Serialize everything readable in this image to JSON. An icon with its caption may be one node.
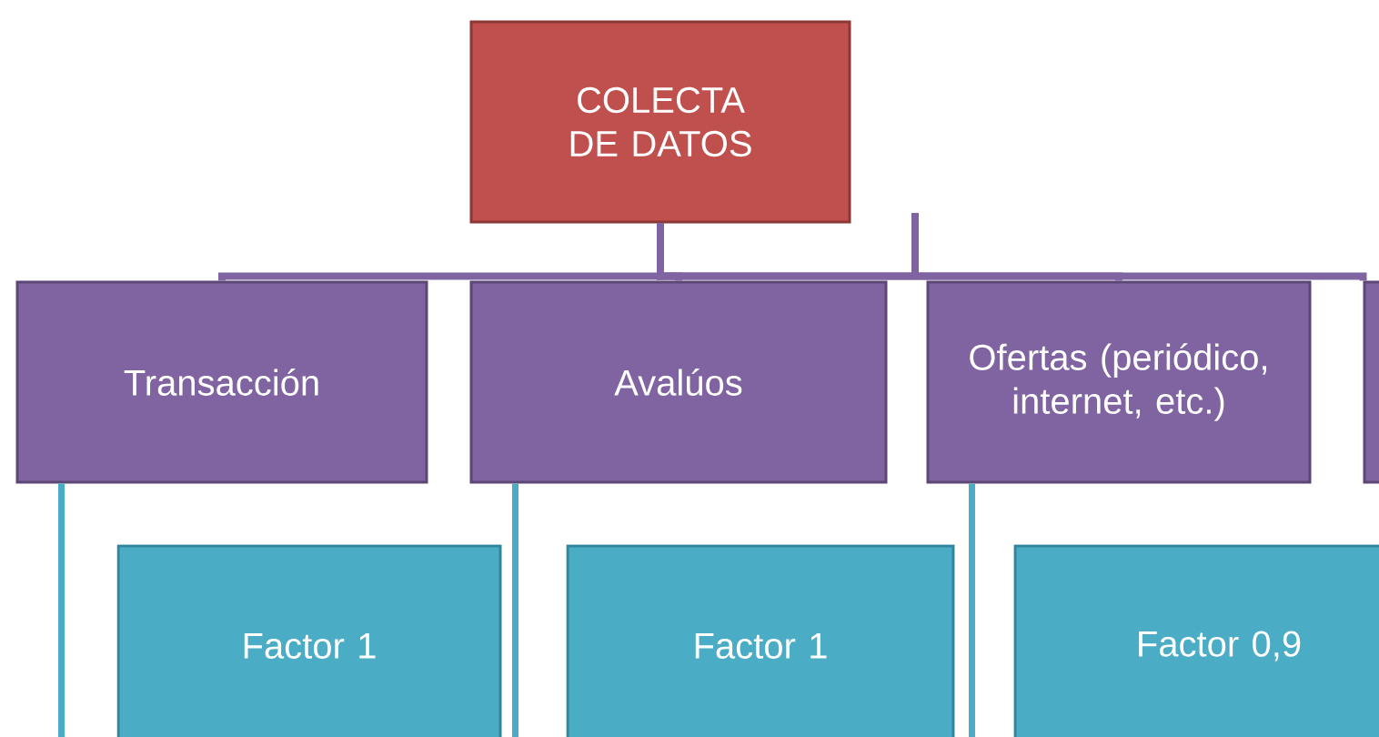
{
  "diagram": {
    "nodes": [
      {
        "text": [
          "COLECTA DE DATOS"
        ]
      },
      {
        "text": [
          "Transacción"
        ]
      },
      {
        "text": [
          "Avalúos"
        ]
      },
      {
        "text": [
          "Ofertas (periódico, internet, etc.)"
        ]
      },
      {
        "text": [
          "Factor 1"
        ]
      },
      {
        "text": [
          "Factor 1"
        ]
      },
      {
        "text": [
          "Factor 0,9"
        ]
      },
      {
        "text": [],
        "shape": "box"
      }
    ],
    "edges": [
      {
        "from": 0,
        "to": 1,
        "arrow": "none",
        "color": "#8064a2"
      },
      {
        "from": 0,
        "to": 2,
        "arrow": "none",
        "color": "#8064a2"
      },
      {
        "from": 0,
        "to": 3,
        "arrow": "none",
        "color": "#8064a2"
      },
      {
        "from": 0,
        "to": 7,
        "arrow": "none",
        "color": "#8064a2"
      },
      {
        "from": 1,
        "to": 4,
        "arrow": "none",
        "color": "#4bacc6"
      },
      {
        "from": 2,
        "to": 5,
        "arrow": "none",
        "color": "#4bacc6"
      },
      {
        "from": 3,
        "to": 6,
        "arrow": "none",
        "color": "#4bacc6"
      }
    ]
  }
}
